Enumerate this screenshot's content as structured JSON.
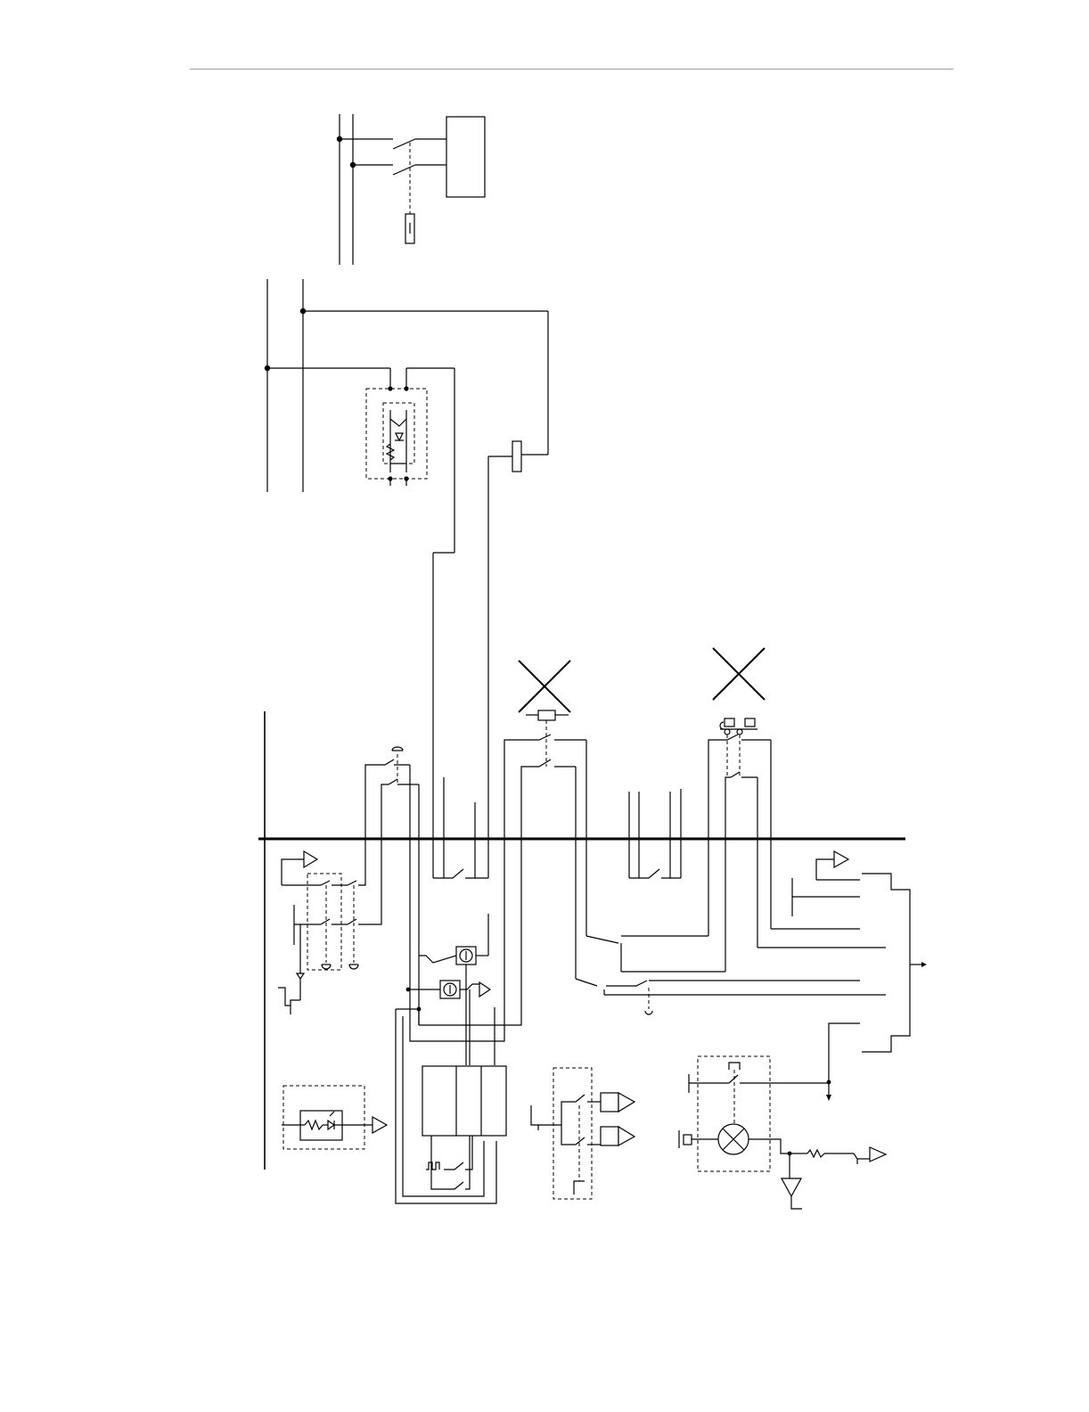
{
  "page": {
    "header_rule_color": "#c9a227",
    "background": "#ffffff"
  },
  "diagram": {
    "type": "electrical-schematic",
    "text_labels": [],
    "components": [
      "supply-rail-pair-top",
      "two-pole-breaker",
      "breaker-trip-coil",
      "load-box",
      "supply-rail-pair-middle",
      "opto-isolator-module",
      "relay-coil",
      "cross-marker-left",
      "cross-marker-right",
      "push-button-switch",
      "relay-contact",
      "key-switch",
      "common-bus",
      "timer-dial-1",
      "timer-dial-2",
      "controller-block",
      "pulse-generator",
      "output-relay-pair",
      "lamp-module",
      "output-bus-arrow",
      "antenna-symbol"
    ]
  }
}
